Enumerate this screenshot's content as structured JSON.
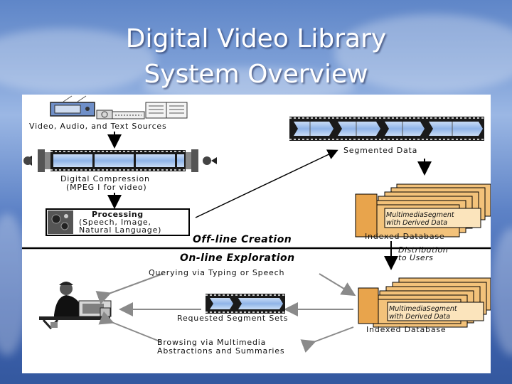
{
  "slide": {
    "title_line1": "Digital Video Library",
    "title_line2": "System Overview"
  },
  "diagram": {
    "sources_label": "Video, Audio, and Text Sources",
    "compression_line1": "Digital Compression",
    "compression_line2": "(MPEG I for video)",
    "processing_title": "Processing",
    "processing_line1": "(Speech, Image,",
    "processing_line2": "Natural Language)",
    "offline_label": "Off-line Creation",
    "online_label": "On-line Exploration",
    "segmented_data": "Segmented Data",
    "segment_line1": "MultimediaSegment",
    "segment_line2": "with Derived Data",
    "indexed_database": "Indexed Database",
    "distribution_line1": "Distribution",
    "distribution_line2": "to Users",
    "querying": "Querying via Typing or Speech",
    "requested_sets": "Requested Segment Sets",
    "browsing_line1": "Browsing via Multimedia",
    "browsing_line2": "Abstractions and Summaries"
  },
  "colors": {
    "film_blue": "#8fb4e8",
    "film_frame": "#1a1a1a",
    "db_orange": "#f3c27a",
    "db_orange_dark": "#e8a44c",
    "arrow_gray": "#8a8a8a"
  }
}
